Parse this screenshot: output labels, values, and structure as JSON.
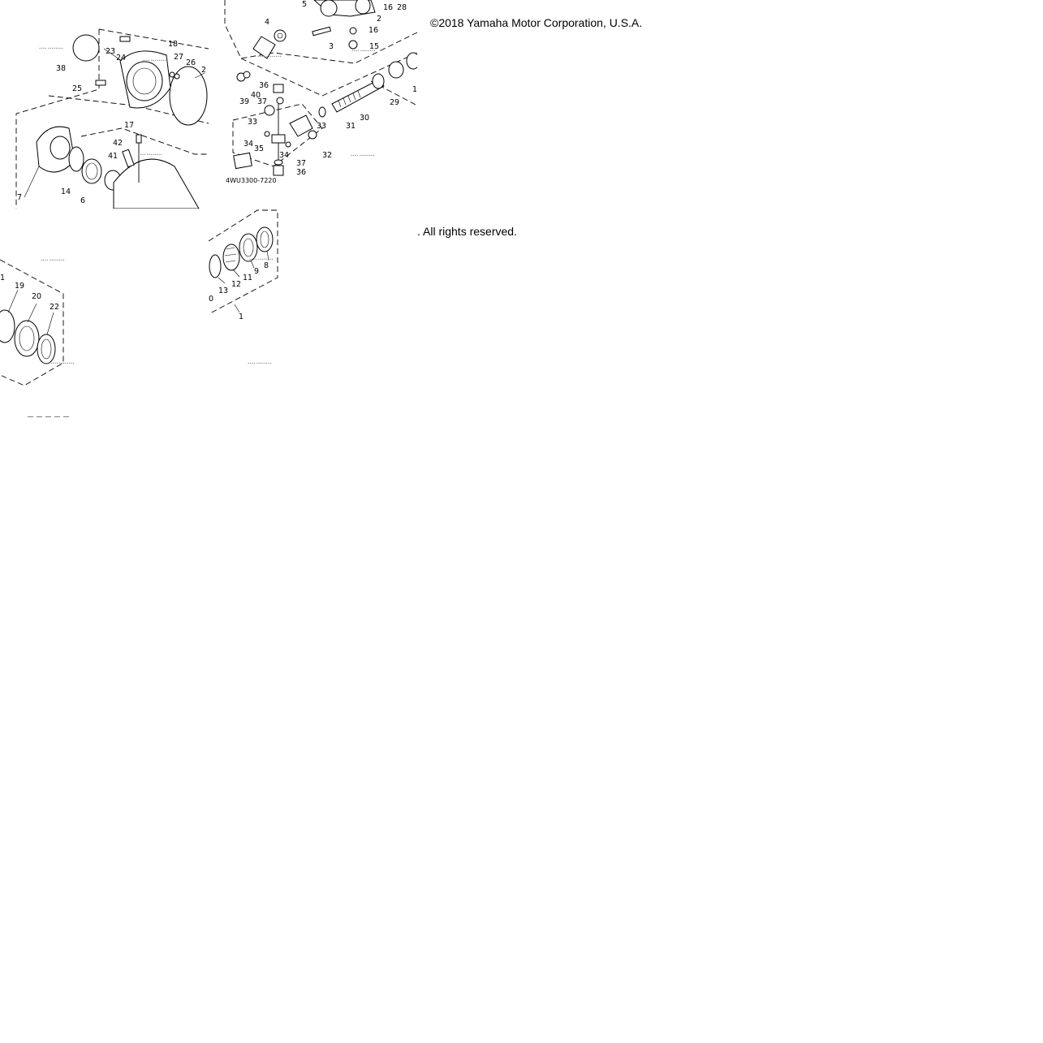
{
  "copyright": {
    "line1": "©2018 Yamaha Motor Corporation, U.S.A.",
    "line2": ". All rights reserved."
  },
  "diagram_code": "4WU3300-7220",
  "callouts": {
    "t1": [
      "38",
      "23",
      "24",
      "18",
      "27",
      "26",
      "2",
      "25",
      "17",
      "42",
      "41",
      "14",
      "6",
      "7"
    ],
    "t2": [
      "5",
      "4",
      "16",
      "28",
      "2",
      "16",
      "3",
      "15",
      "36",
      "39",
      "40",
      "37",
      "33",
      "33",
      "31",
      "30",
      "29",
      "1",
      "34",
      "35",
      "34",
      "37",
      "36",
      "32"
    ],
    "t3": [
      "19",
      "20",
      "22",
      "1"
    ],
    "t4": [
      "8",
      "9",
      "11",
      "12",
      "13",
      "0",
      "1"
    ]
  }
}
